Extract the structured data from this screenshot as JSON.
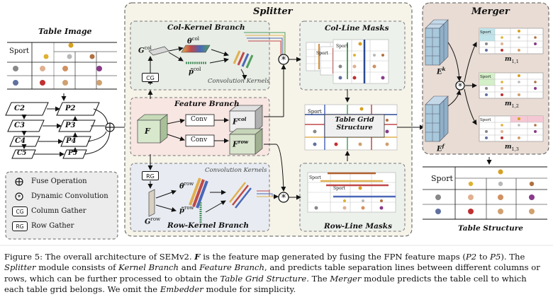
{
  "table_image": {
    "title": "Table Image",
    "header_cell": "Sport"
  },
  "fpn": {
    "levels_left": [
      "C2",
      "C3",
      "C4",
      "C5"
    ],
    "levels_right": [
      "P2",
      "P3",
      "P4",
      "P5"
    ]
  },
  "legend": {
    "items": [
      {
        "symbol": "⊕",
        "label": "Fuse Operation"
      },
      {
        "symbol": "⊛",
        "label": "Dynamic Convolution"
      },
      {
        "symbol": "CG",
        "label": "Column Gather"
      },
      {
        "symbol": "RG",
        "label": "Row Gather"
      }
    ]
  },
  "splitter": {
    "title": "Splitter",
    "col_kernel": {
      "title": "Col-Kernel Branch",
      "g": "G",
      "g_sup": "col",
      "theta": "θ",
      "theta_sup": "col",
      "ptilde": "p̃",
      "ptilde_sup": "col",
      "gather": "CG",
      "kernels_label": "Convolution Kernels"
    },
    "feature": {
      "title": "Feature Branch",
      "f": "F",
      "conv": "Conv",
      "fcol": "F",
      "fcol_sup": "col",
      "frow": "F",
      "frow_sup": "row"
    },
    "row_kernel": {
      "title": "Row-Kernel Branch",
      "g": "G",
      "g_sup": "row",
      "theta": "θ",
      "theta_sup": "row",
      "ptilde": "p̃",
      "ptilde_sup": "row",
      "gather": "RG",
      "kernels_label": "Convolution Kernels"
    },
    "col_masks": {
      "title": "Col-Line Masks",
      "cell": "Sport"
    },
    "row_masks": {
      "title": "Row-Line Masks",
      "cell": "Sport"
    },
    "grid": {
      "line1": "Table Grid",
      "line2": "Structure",
      "cell": "Sport"
    }
  },
  "merger": {
    "title": "Merger",
    "ek": "E",
    "ek_sup": "k",
    "ef": "E",
    "ef_sup": "f",
    "masks": [
      {
        "m": "m",
        "sub": "1,1"
      },
      {
        "m": "m",
        "sub": "1,2"
      },
      {
        "m": "m",
        "sub": "1,3"
      }
    ],
    "mask_cell": "Sport"
  },
  "table_structure": {
    "title": "Table Structure",
    "header_cell": "Sport"
  },
  "caption": {
    "figure": "Figure 5:",
    "text1": " The overall architecture of SEMv2. ",
    "f": "F",
    "text2": " is the feature map generated by fusing the FPN feature maps (",
    "p2": "P2",
    "to": " to ",
    "p5": "P5",
    "text3": "). The ",
    "splitter": "Splitter",
    "text4": " module consists of ",
    "kb": "Kernel Branch",
    "and": " and ",
    "fb": "Feature Branch",
    "text5": ", and predicts table separation lines between different columns or rows, which can be further processed to obtain the ",
    "tgs": "Table Grid Structure",
    "text6": ". The ",
    "merger": "Merger",
    "text7": " module predicts the table cell to which each table grid belongs. We omit the ",
    "embedder": "Embedder",
    "text8": " module for simplicity."
  }
}
